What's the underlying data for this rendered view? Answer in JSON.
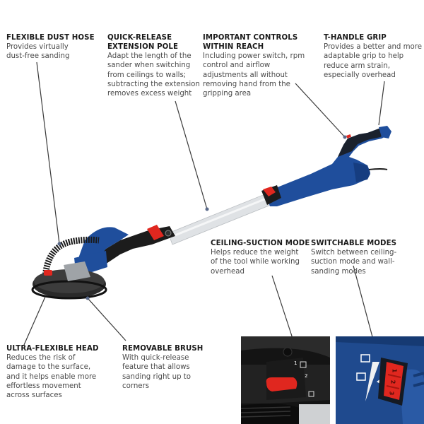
{
  "callouts": {
    "dust_hose": {
      "title": "FLEXIBLE DUST HOSE",
      "desc": "Provides virtually dust-free sanding"
    },
    "extension_pole": {
      "title": "QUICK-RELEASE EXTENSION POLE",
      "desc": "Adapt the length of the sander when switching from ceilings to walls; subtracting the extension removes excess weight"
    },
    "controls": {
      "title": "IMPORTANT CONTROLS WITHIN REACH",
      "desc": "Including power switch, rpm control and airflow adjustments all without removing hand from the gripping area"
    },
    "t_handle": {
      "title": "T-HANDLE GRIP",
      "desc": "Provides a better and more adaptable grip to help reduce arm strain, especially overhead"
    },
    "ceiling_suction": {
      "title": "CEILING-SUCTION MODE",
      "desc": "Helps reduce the weight of the tool while working overhead"
    },
    "switchable_modes": {
      "title": "SWITCHABLE MODES",
      "desc": "Switch between ceiling-suction mode and wall-sanding modes"
    },
    "flexible_head": {
      "title": "ULTRA-FLEXIBLE HEAD",
      "desc": "Reduces the risk of damage to the surface, and it helps enable more effortless movement across surfaces"
    },
    "brush": {
      "title": "REMOVABLE BRUSH",
      "desc": "With quick-release feature that allows sanding right up to corners"
    }
  },
  "insets": {
    "ceiling_suction_labels": [
      "1",
      "2"
    ],
    "switch_labels": [
      "1",
      "2",
      "3"
    ]
  },
  "colors": {
    "tool_blue": "#1f4e9c",
    "accent_red": "#e0271f",
    "pole_gray": "#d9dcdf",
    "dark": "#1c1c1c"
  }
}
